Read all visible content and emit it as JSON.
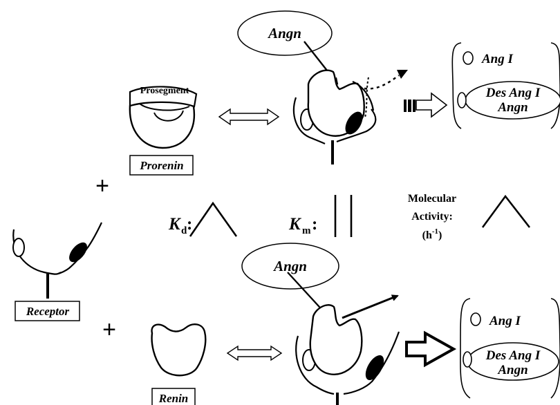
{
  "labels": {
    "angn_top": "Angn",
    "angn_bottom": "Angn",
    "prosegment": "Prosegment",
    "prorenin": "Prorenin",
    "renin": "Renin",
    "receptor": "Receptor",
    "plus_top": "+",
    "plus_bottom": "+",
    "kd": "K",
    "kd_sub": "d",
    "kd_colon": ":",
    "km": "K",
    "km_sub": "m",
    "km_colon": ":",
    "molecular_line1": "Molecular",
    "molecular_line2": "Activity:",
    "molecular_line3_pre": "(h",
    "molecular_line3_sup": "-1",
    "molecular_line3_post": ")"
  },
  "products": {
    "top": {
      "ang1": "Ang I",
      "des_line1": "Des Ang I",
      "des_line2": "Angn"
    },
    "bottom": {
      "ang1": "Ang I",
      "des_line1": "Des Ang I",
      "des_line2": "Angn"
    }
  }
}
